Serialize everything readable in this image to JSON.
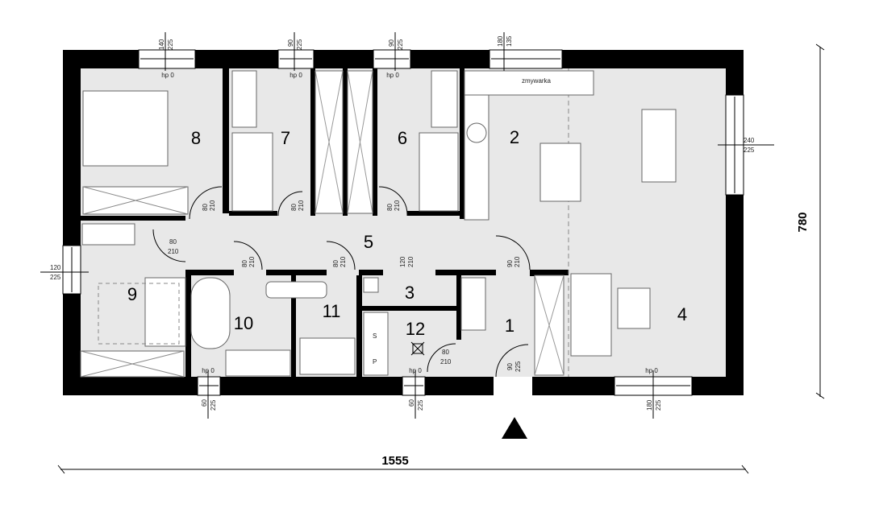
{
  "plan": {
    "total_width": "1555",
    "total_depth": "780",
    "rooms": [
      "1",
      "2",
      "3",
      "4",
      "5",
      "6",
      "7",
      "8",
      "9",
      "10",
      "11",
      "12"
    ],
    "window_top": [
      [
        "140",
        "225"
      ],
      [
        "90",
        "225"
      ],
      [
        "90",
        "225"
      ],
      [
        "180",
        "135"
      ]
    ],
    "window_bottom": [
      [
        "60",
        "225"
      ],
      [
        "60",
        "225"
      ],
      [
        "180",
        "225"
      ]
    ],
    "window_left": [
      "120",
      "225"
    ],
    "window_right": [
      "240",
      "225"
    ],
    "doors": [
      [
        "80",
        "210"
      ],
      [
        "80",
        "210"
      ],
      [
        "80",
        "210"
      ],
      [
        "80",
        "210"
      ],
      [
        "80",
        "210"
      ],
      [
        "80",
        "210"
      ],
      [
        "120",
        "210"
      ],
      [
        "90",
        "210"
      ],
      [
        "80",
        "210"
      ],
      [
        "90",
        "225"
      ]
    ],
    "sill_label": "hp 0",
    "dishwasher_label": "zmywarka",
    "cabinet_labels": [
      "S",
      "P"
    ]
  }
}
